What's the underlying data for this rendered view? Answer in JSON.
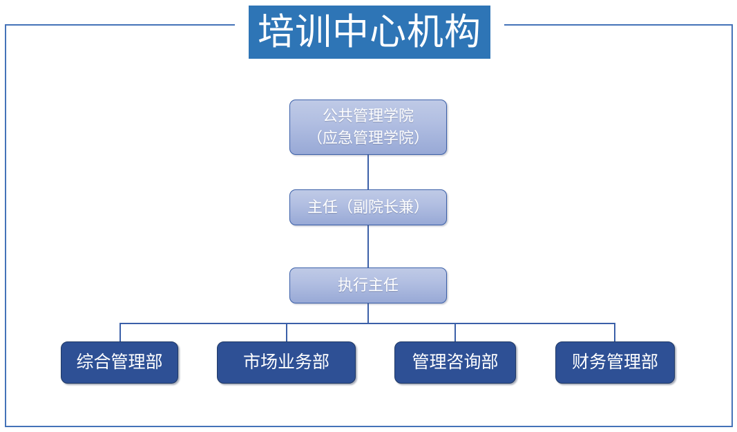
{
  "page": {
    "title": "培训中心机构",
    "background_color": "#FFFFFF"
  },
  "colors": {
    "banner_blue": "#2E75B6",
    "frame_blue": "#4472B8",
    "node_light_top": "#BFCAE6",
    "node_light_bottom": "#98A9D6",
    "node_dark": "#2E5095",
    "connector": "#3A5FA8",
    "text_on_fill": "#FFFFFF"
  },
  "chart_data": {
    "type": "diagram",
    "diagram_kind": "organizational-chart",
    "title": "培训中心机构",
    "orientation": "top-down",
    "nodes": [
      {
        "id": "college",
        "label_lines": [
          "公共管理学院",
          "（应急管理学院）"
        ],
        "level": 0,
        "style": "light"
      },
      {
        "id": "director",
        "label_lines": [
          "主任（副院长兼）"
        ],
        "level": 1,
        "style": "light"
      },
      {
        "id": "exec",
        "label_lines": [
          "执行主任"
        ],
        "level": 2,
        "style": "light"
      },
      {
        "id": "dept-0",
        "label_lines": [
          "综合管理部"
        ],
        "level": 3,
        "style": "dark"
      },
      {
        "id": "dept-1",
        "label_lines": [
          "市场业务部"
        ],
        "level": 3,
        "style": "dark"
      },
      {
        "id": "dept-2",
        "label_lines": [
          "管理咨询部"
        ],
        "level": 3,
        "style": "dark"
      },
      {
        "id": "dept-3",
        "label_lines": [
          "财务管理部"
        ],
        "level": 3,
        "style": "dark"
      }
    ],
    "edges": [
      {
        "from": "college",
        "to": "director"
      },
      {
        "from": "director",
        "to": "exec"
      },
      {
        "from": "exec",
        "to": "dept-0"
      },
      {
        "from": "exec",
        "to": "dept-1"
      },
      {
        "from": "exec",
        "to": "dept-2"
      },
      {
        "from": "exec",
        "to": "dept-3"
      }
    ]
  },
  "chain": {
    "college": {
      "line1": "公共管理学院",
      "line2": "（应急管理学院）"
    },
    "director": {
      "line1": "主任（副院长兼）"
    },
    "exec": {
      "line1": "执行主任"
    }
  },
  "departments": [
    {
      "label": "综合管理部"
    },
    {
      "label": "市场业务部"
    },
    {
      "label": "管理咨询部"
    },
    {
      "label": "财务管理部"
    }
  ]
}
